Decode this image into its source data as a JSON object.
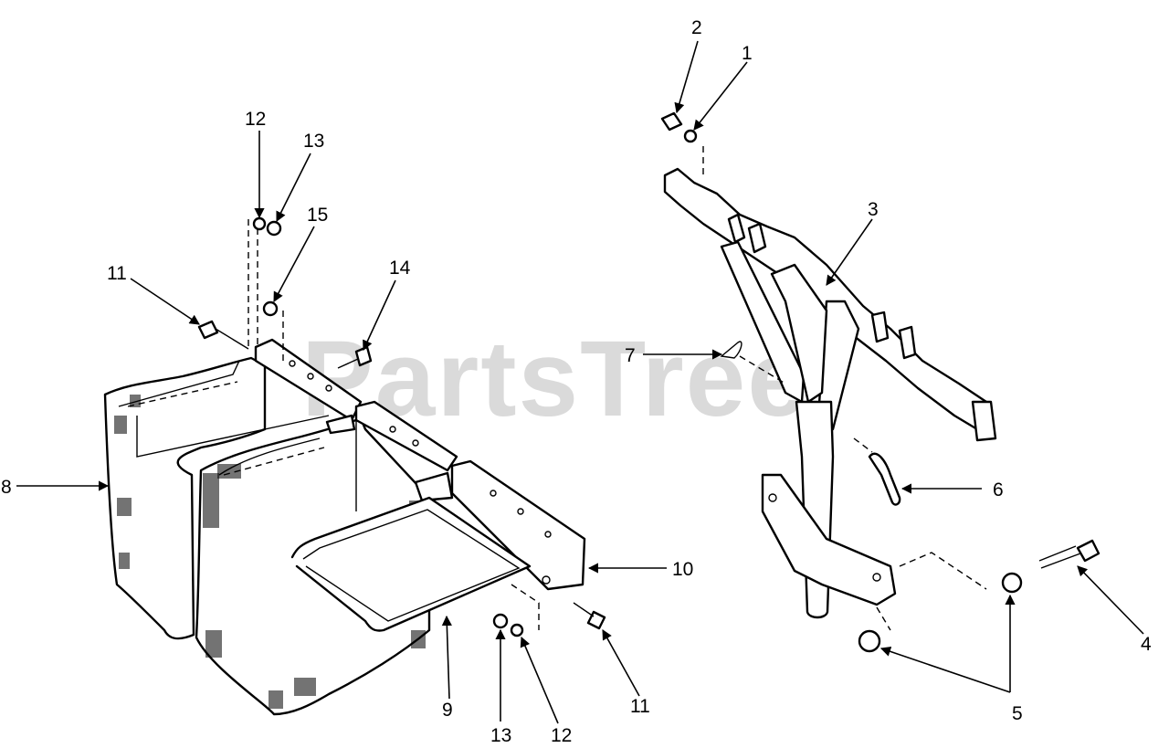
{
  "watermark": "PartsTree",
  "callouts": [
    {
      "id": "c1",
      "label": "1"
    },
    {
      "id": "c2",
      "label": "2"
    },
    {
      "id": "c3",
      "label": "3"
    },
    {
      "id": "c4",
      "label": "4"
    },
    {
      "id": "c5",
      "label": "5"
    },
    {
      "id": "c6",
      "label": "6"
    },
    {
      "id": "c7",
      "label": "7"
    },
    {
      "id": "c8",
      "label": "8"
    },
    {
      "id": "c9",
      "label": "9"
    },
    {
      "id": "c10",
      "label": "10"
    },
    {
      "id": "c11a",
      "label": "11"
    },
    {
      "id": "c11b",
      "label": "11"
    },
    {
      "id": "c12a",
      "label": "12"
    },
    {
      "id": "c12b",
      "label": "12"
    },
    {
      "id": "c13a",
      "label": "13"
    },
    {
      "id": "c13b",
      "label": "13"
    },
    {
      "id": "c14",
      "label": "14"
    },
    {
      "id": "c15",
      "label": "15"
    }
  ]
}
